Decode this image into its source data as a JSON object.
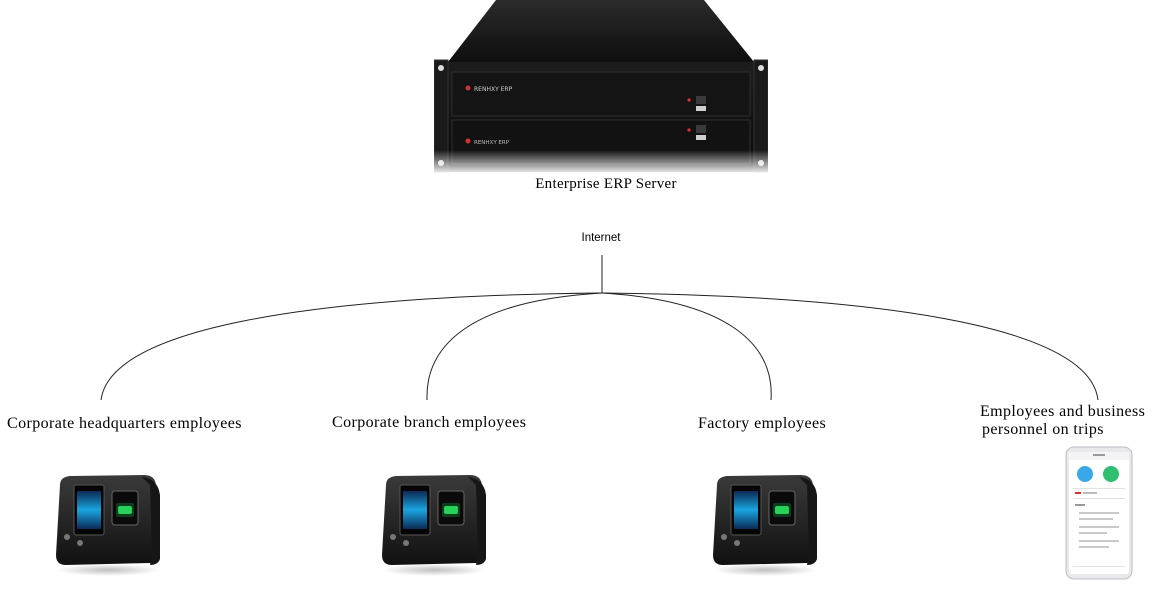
{
  "server": {
    "label": "Enterprise ERP Server",
    "icon": "rack-server-icon",
    "brand_top": "RENHXY ERP",
    "brand_bottom": "RENHXY ERP"
  },
  "network": {
    "label": "Internet"
  },
  "nodes": [
    {
      "id": "hq",
      "label": "Corporate headquarters employees",
      "device": "face-fingerprint-terminal-icon"
    },
    {
      "id": "branch",
      "label": "Corporate branch employees",
      "device": "face-fingerprint-terminal-icon"
    },
    {
      "id": "factory",
      "label": "Factory employees",
      "device": "face-fingerprint-terminal-icon"
    },
    {
      "id": "trips",
      "label_line1": "Employees and business",
      "label_line2": "personnel on trips",
      "device": "mobile-phone-icon"
    }
  ],
  "colors": {
    "line": "#222222",
    "server_body": "#161616",
    "terminal_body": "#1c1c1c",
    "phone_accent_blue": "#3aa8e8",
    "phone_accent_green": "#2fbf71"
  }
}
